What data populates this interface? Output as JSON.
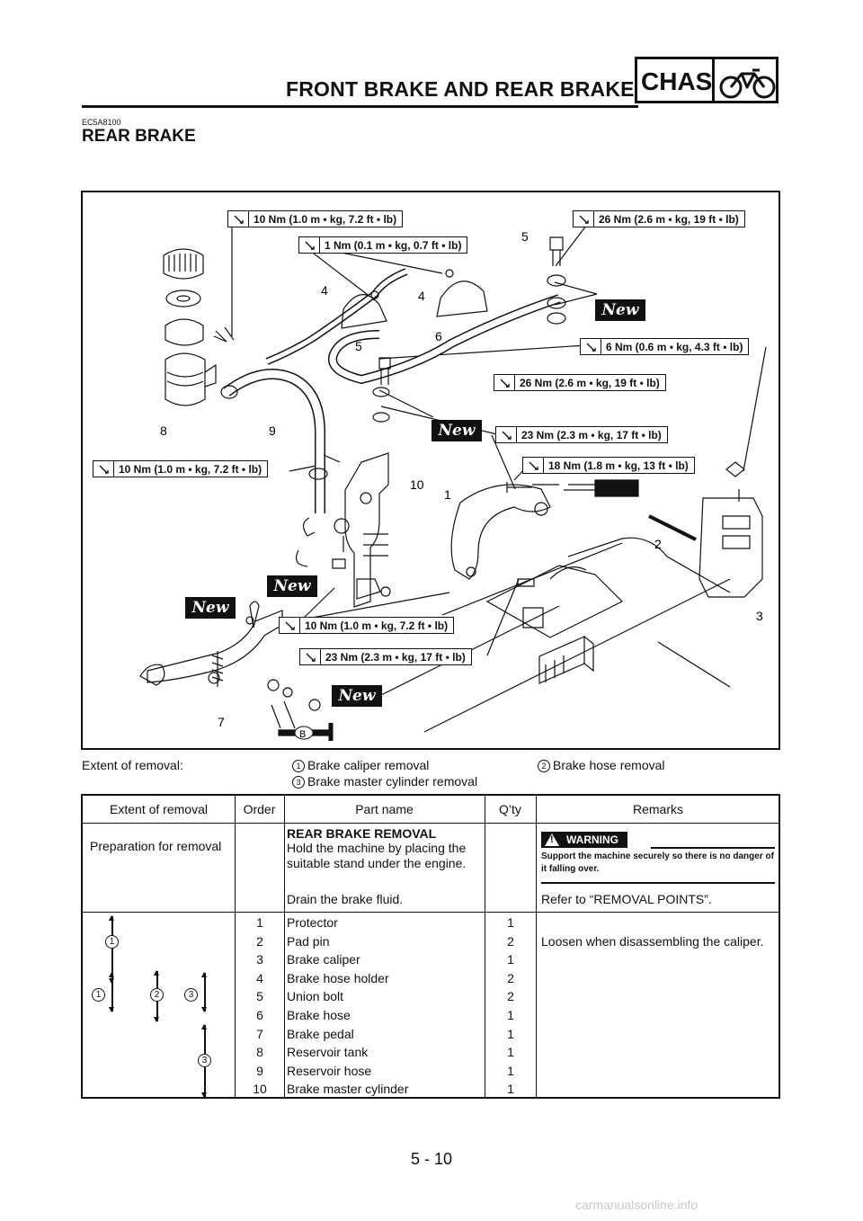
{
  "header": {
    "title": "FRONT BRAKE AND REAR BRAKE",
    "badge": "CHAS"
  },
  "code": "EC5A8100",
  "section_title": "REAR BRAKE",
  "diagram": {
    "torques": [
      "10 Nm (1.0 m • kg, 7.2 ft • lb)",
      "1 Nm (0.1 m • kg, 0.7 ft • lb)",
      "26 Nm (2.6 m • kg, 19 ft • lb)",
      "6 Nm (0.6 m • kg, 4.3 ft • lb)",
      "26 Nm (2.6 m • kg, 19 ft • lb)",
      "23 Nm (2.3 m • kg, 17 ft • lb)",
      "18 Nm (1.8 m • kg, 13 ft • lb)",
      "10 Nm (1.0 m • kg, 7.2 ft • lb)",
      "10 Nm (1.0 m • kg, 7.2 ft • lb)",
      "23 Nm (2.3 m • kg, 17 ft • lb)"
    ],
    "new_label": "New",
    "callouts": [
      "1",
      "2",
      "3",
      "4",
      "4",
      "5",
      "5",
      "6",
      "7",
      "8",
      "9",
      "10"
    ],
    "grease_label": "B"
  },
  "extent": {
    "label": "Extent of removal:",
    "items": [
      {
        "num": "1",
        "text": "Brake caliper removal"
      },
      {
        "num": "2",
        "text": "Brake hose removal"
      },
      {
        "num": "3",
        "text": "Brake master cylinder removal"
      }
    ]
  },
  "table": {
    "headers": [
      "Extent of removal",
      "Order",
      "Part name",
      "Q’ty",
      "Remarks"
    ],
    "prep": {
      "extent": "Preparation for removal",
      "part_title": "REAR BRAKE REMOVAL",
      "part_line1": "Hold the machine by placing the",
      "part_line2": "suitable stand under the engine.",
      "part_drain": "Drain the brake fluid.",
      "warning_label": "WARNING",
      "warning_text": "Support the machine securely so there is no danger of it falling over.",
      "remark_drain": "Refer to “REMOVAL POINTS”."
    },
    "rows": [
      {
        "order": "1",
        "part": "Protector",
        "qty": "1",
        "remark": ""
      },
      {
        "order": "2",
        "part": "Pad pin",
        "qty": "2",
        "remark": "Loosen when disassembling the caliper."
      },
      {
        "order": "3",
        "part": "Brake caliper",
        "qty": "1",
        "remark": ""
      },
      {
        "order": "4",
        "part": "Brake hose holder",
        "qty": "2",
        "remark": ""
      },
      {
        "order": "5",
        "part": "Union bolt",
        "qty": "2",
        "remark": ""
      },
      {
        "order": "6",
        "part": "Brake hose",
        "qty": "1",
        "remark": ""
      },
      {
        "order": "7",
        "part": "Brake pedal",
        "qty": "1",
        "remark": ""
      },
      {
        "order": "8",
        "part": "Reservoir tank",
        "qty": "1",
        "remark": ""
      },
      {
        "order": "9",
        "part": "Reservoir hose",
        "qty": "1",
        "remark": ""
      },
      {
        "order": "10",
        "part": "Brake master cylinder",
        "qty": "1",
        "remark": ""
      }
    ],
    "group_marks": [
      "1",
      "1",
      "2",
      "3",
      "3"
    ]
  },
  "page_number": "5 - 10",
  "watermark": "carmanualsonline.info"
}
